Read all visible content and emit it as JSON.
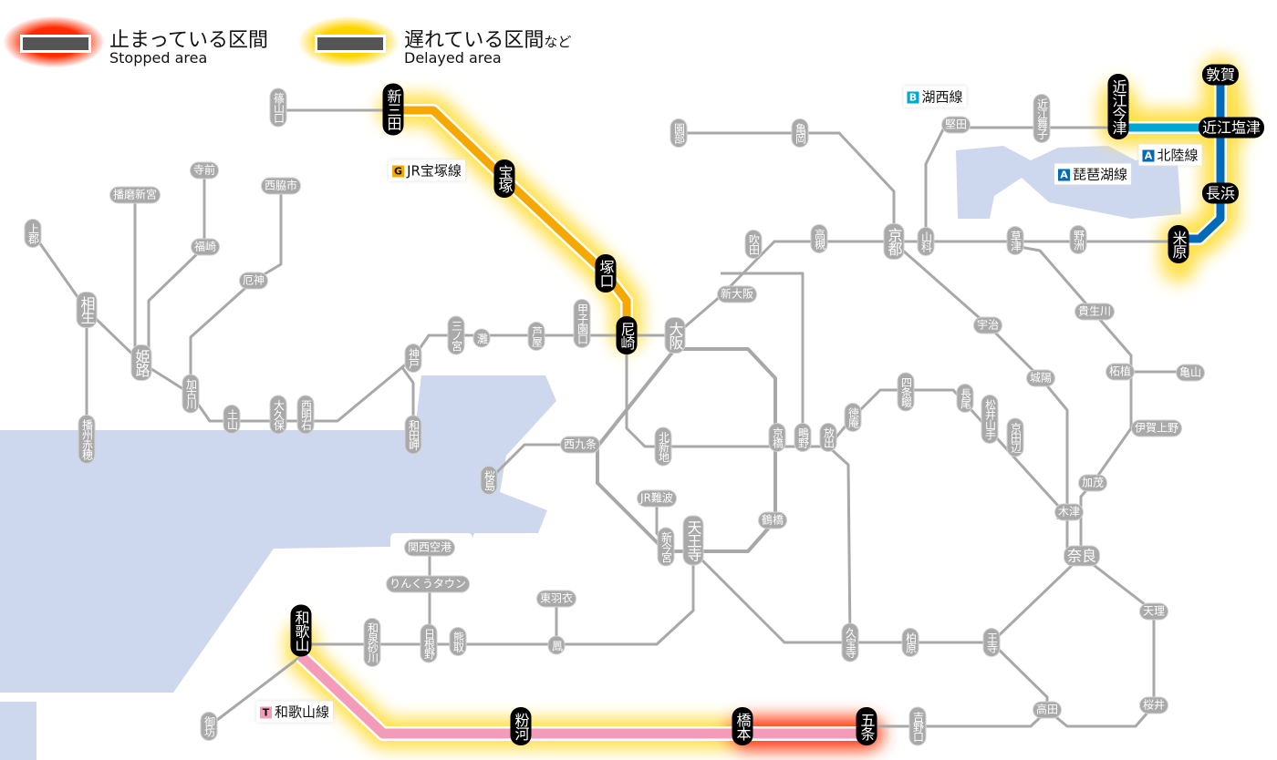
{
  "legend": {
    "stopped": {
      "ja": "止まっている区間",
      "en": "Stopped area",
      "color": "#ff3300"
    },
    "delayed": {
      "ja": "遅れている区間",
      "suffix": "など",
      "en": "Delayed area",
      "color": "#ffd400"
    }
  },
  "lines": [
    {
      "badge": "G",
      "name": "JR宝塚線",
      "color": "#f4a800",
      "status": "delayed"
    },
    {
      "badge": "B",
      "name": "湖西線",
      "color": "#00a7d0",
      "status": "delayed"
    },
    {
      "badge": "A",
      "name": "北陸線",
      "color": "#0069b8",
      "status": "delayed"
    },
    {
      "badge": "A",
      "name": "琵琶湖線",
      "color": "#0069b8",
      "status": "normal"
    },
    {
      "badge": "T",
      "name": "和歌山線",
      "color": "#f39bb8",
      "status": "stopped"
    }
  ],
  "stations": [
    {
      "name": "篠山口"
    },
    {
      "name": "新三田",
      "affected": true
    },
    {
      "name": "宝塚",
      "affected": true
    },
    {
      "name": "塚口",
      "affected": true
    },
    {
      "name": "尼崎",
      "affected": true
    },
    {
      "name": "寺前"
    },
    {
      "name": "播磨新宮"
    },
    {
      "name": "西脇市"
    },
    {
      "name": "上郡"
    },
    {
      "name": "福崎"
    },
    {
      "name": "厄神"
    },
    {
      "name": "相生"
    },
    {
      "name": "姫路"
    },
    {
      "name": "加古川"
    },
    {
      "name": "土山"
    },
    {
      "name": "大久保"
    },
    {
      "name": "西明石"
    },
    {
      "name": "神戸"
    },
    {
      "name": "三ノ宮"
    },
    {
      "name": "灘"
    },
    {
      "name": "芦屋"
    },
    {
      "name": "甲子園口"
    },
    {
      "name": "大阪"
    },
    {
      "name": "新大阪"
    },
    {
      "name": "吹田"
    },
    {
      "name": "高槻"
    },
    {
      "name": "園部"
    },
    {
      "name": "亀岡"
    },
    {
      "name": "京都"
    },
    {
      "name": "山科"
    },
    {
      "name": "堅田"
    },
    {
      "name": "近江舞子"
    },
    {
      "name": "近江今津",
      "affected": true
    },
    {
      "name": "敦賀",
      "affected": true
    },
    {
      "name": "近江塩津",
      "affected": true
    },
    {
      "name": "長浜",
      "affected": true
    },
    {
      "name": "米原",
      "affected": true
    },
    {
      "name": "草津"
    },
    {
      "name": "野洲"
    },
    {
      "name": "宇治"
    },
    {
      "name": "貴生川"
    },
    {
      "name": "城陽"
    },
    {
      "name": "柘植"
    },
    {
      "name": "亀山"
    },
    {
      "name": "四条畷"
    },
    {
      "name": "長尾"
    },
    {
      "name": "松井山手"
    },
    {
      "name": "京田辺"
    },
    {
      "name": "徳庵"
    },
    {
      "name": "鴫野"
    },
    {
      "name": "放出"
    },
    {
      "name": "京橋"
    },
    {
      "name": "北新地"
    },
    {
      "name": "西九条"
    },
    {
      "name": "桜島"
    },
    {
      "name": "伊賀上野"
    },
    {
      "name": "加茂"
    },
    {
      "name": "木津"
    },
    {
      "name": "JR難波"
    },
    {
      "name": "鶴橋"
    },
    {
      "name": "新今宮"
    },
    {
      "name": "天王寺"
    },
    {
      "name": "奈良"
    },
    {
      "name": "関西空港"
    },
    {
      "name": "りんくうタウン"
    },
    {
      "name": "東羽衣"
    },
    {
      "name": "鳳"
    },
    {
      "name": "日根野"
    },
    {
      "name": "熊取"
    },
    {
      "name": "和泉砂川"
    },
    {
      "name": "和歌山",
      "affected": true
    },
    {
      "name": "天理"
    },
    {
      "name": "王寺"
    },
    {
      "name": "柏原"
    },
    {
      "name": "久宝寺"
    },
    {
      "name": "御坊"
    },
    {
      "name": "粉河",
      "affected": true
    },
    {
      "name": "橋本",
      "affected": true
    },
    {
      "name": "五条",
      "affected": true
    },
    {
      "name": "吉野口"
    },
    {
      "name": "高田"
    },
    {
      "name": "桜井"
    },
    {
      "name": "播州赤穂"
    },
    {
      "name": "和田岬"
    }
  ]
}
